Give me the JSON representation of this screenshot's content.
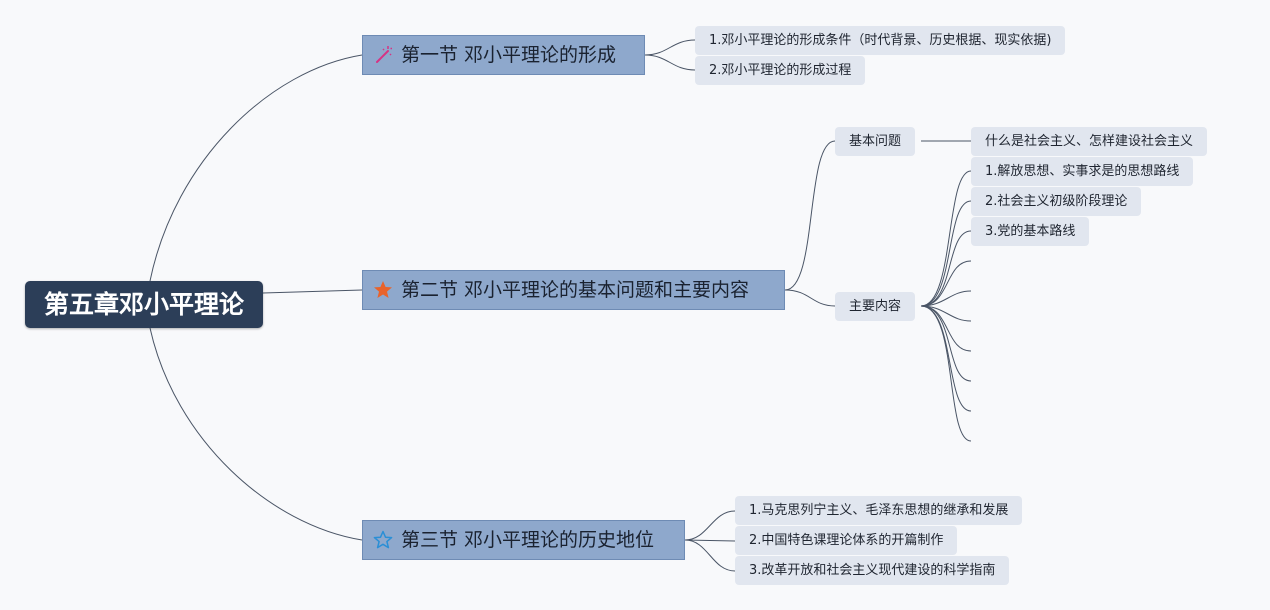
{
  "root": {
    "label": "第五章邓小平理论"
  },
  "sections": [
    {
      "label": "第一节 邓小平理论的形成",
      "icon": "magic-wand-icon",
      "icon_color": "#d63384",
      "items": [
        "1.邓小平理论的形成条件（时代背景、历史根据、现实依据)",
        "2.邓小平理论的形成过程"
      ]
    },
    {
      "label": "第二节 邓小平理论的基本问题和主要内容",
      "icon": "star-filled-icon",
      "icon_color": "#e8632b",
      "subtopics": [
        {
          "label": "基本问题",
          "items": [
            "什么是社会主义、怎样建设社会主义"
          ]
        },
        {
          "label": "主要内容",
          "items": [
            "1.解放思想、实事求是的思想路线",
            "2.社会主义初级阶段理论",
            "3.党的基本路线"
          ]
        }
      ]
    },
    {
      "label": "第三节 邓小平理论的历史地位",
      "icon": "star-outline-icon",
      "icon_color": "#2a8fd6",
      "items": [
        "1.马克思列宁主义、毛泽东思想的继承和发展",
        "2.中国特色课理论体系的开篇制作",
        "3.改革开放和社会主义现代建设的科学指南"
      ]
    }
  ],
  "colors": {
    "root_bg": "#2c3e58",
    "section_bg": "#8ea8cc",
    "leaf_bg": "#e1e6ef",
    "connector": "#4a5566"
  }
}
